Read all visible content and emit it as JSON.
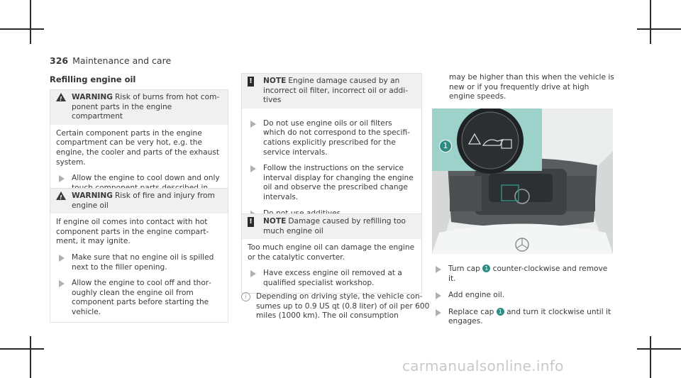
{
  "header": {
    "page_number": "326",
    "section": "Maintenance and care"
  },
  "title": "Refilling engine oil",
  "warning1": {
    "label": "WARNING",
    "heading": "Risk of burns from hot com­ponent parts in the engine compartment",
    "body": "Certain component parts in the engine com­partment can be very hot, e.g. the engine, the cooler and parts of the exhaust system.",
    "steps": [
      "Allow the engine to cool down and only touch component parts described in the following."
    ]
  },
  "warning2": {
    "label": "WARNING",
    "heading": "Risk of fire and injury from engine oil",
    "body": "If engine oil comes into contact with hot component parts in the engine compart­ment, it may ignite.",
    "steps": [
      "Make sure that no engine oil is spilled next to the filler opening.",
      "Allow the engine to cool off and thor­oughly clean the engine oil from compo­nent parts before starting the vehicle."
    ]
  },
  "note1": {
    "label": "NOTE",
    "heading": "Engine damage caused by an incorrect oil filter, incorrect oil or addi­tives",
    "steps": [
      "Do not use engine oils or oil filters which do not correspond to the specifi­cations explicitly prescribed for the service intervals.",
      "Follow the instructions on the service interval display for changing the engine oil and observe the prescribed change intervals.",
      "Do not use additives."
    ]
  },
  "note2": {
    "label": "NOTE",
    "heading": "Damage caused by refilling too much engine oil",
    "body": "Too much engine oil can damage the engine or the catalytic converter.",
    "steps": [
      "Have excess engine oil removed at a qualified specialist workshop."
    ]
  },
  "info_text": "Depending on driving style, the vehicle con­sumes up to 0.9 US qt (0.8 liter) of oil per 600 miles (1000 km). The oil consumption",
  "continued_text": "may be higher than this when the vehicle is new or if you frequently drive at high engine speeds.",
  "figure": {
    "callout": "1"
  },
  "instructions": [
    {
      "pre": "Turn cap",
      "num": "1",
      "post": "counter-clockwise and remove it."
    },
    {
      "pre": "Add engine oil.",
      "num": "",
      "post": ""
    },
    {
      "pre": "Replace cap",
      "num": "1",
      "post": "and turn it clockwise until it engages."
    }
  ],
  "watermark": "carmanualsonline.info",
  "colors": {
    "accent": "#2e8c82",
    "box_header": "#f0f0f0"
  }
}
